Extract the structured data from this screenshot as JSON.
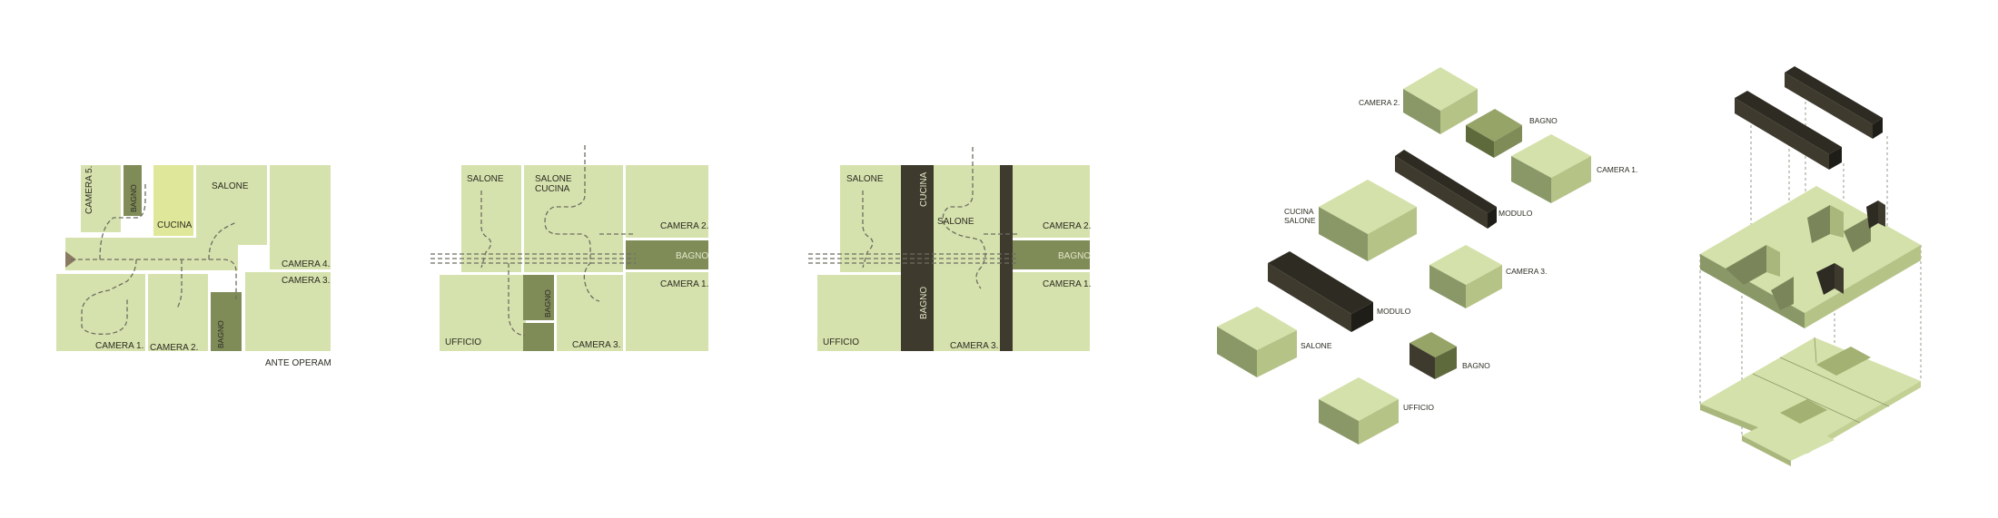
{
  "colors": {
    "room": "#d6e2ad",
    "room_top": "#d4e1aa",
    "room_left": "#8a9868",
    "room_right": "#b5c387",
    "bath": "#7f8c58",
    "kitchen": "#dfe79a",
    "module": "#3e3a2e",
    "module_top": "#2e2b22",
    "wall": "#ffffff",
    "entrance": "#8b7a62"
  },
  "plan1": {
    "rooms": {
      "camera5": "CAMERA 5.",
      "bagno_a": "BAGNO",
      "cucina": "CUCINA",
      "salone": "SALONE",
      "camera4": "CAMERA 4.",
      "camera3": "CAMERA 3.",
      "camera1": "CAMERA 1.",
      "camera2": "CAMERA 2.",
      "bagno_b": "BAGNO"
    },
    "caption": "ANTE OPERAM"
  },
  "plan2": {
    "rooms": {
      "salone": "SALONE",
      "salone_cucina_1": "SALONE",
      "salone_cucina_2": "CUCINA",
      "camera2": "CAMERA 2.",
      "bagno_right": "BAGNO",
      "camera1": "CAMERA 1.",
      "bagno_mid": "BAGNO",
      "ufficio": "UFFICIO",
      "camera3": "CAMERA 3."
    }
  },
  "plan3": {
    "rooms": {
      "salone_left": "SALONE",
      "cucina_module": "CUCINA",
      "salone_mid": "SALONE",
      "camera2": "CAMERA 2.",
      "bagno_right": "BAGNO",
      "camera1": "CAMERA 1.",
      "bagno_module": "BAGNO",
      "ufficio": "UFFICIO",
      "camera3": "CAMERA 3."
    }
  },
  "exploded": {
    "camera2": "CAMERA 2.",
    "bagno_top": "BAGNO",
    "camera1": "CAMERA 1.",
    "cucina_salone_1": "CUCINA",
    "cucina_salone_2": "SALONE",
    "modulo_top": "MODULO",
    "camera3": "CAMERA 3.",
    "modulo_bottom": "MODULO",
    "salone": "SALONE",
    "bagno_bottom": "BAGNO",
    "ufficio": "UFFICIO"
  }
}
